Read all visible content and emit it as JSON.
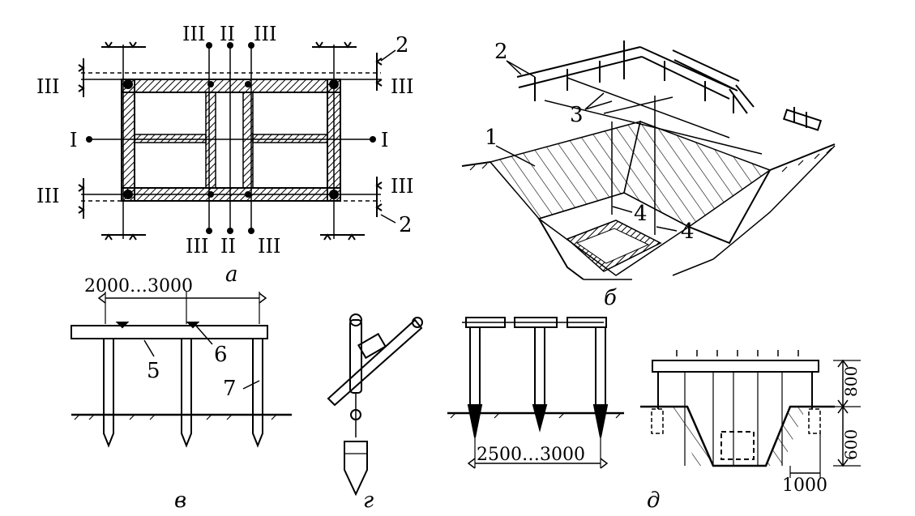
{
  "plan_a": {
    "caption": "а",
    "axis_I": "I",
    "axis_II": "II",
    "axis_III": "III",
    "num_2": "2"
  },
  "view_b": {
    "caption": "б",
    "num_1": "1",
    "num_2": "2",
    "num_3": "3",
    "num_4": "4"
  },
  "view_v": {
    "caption": "в",
    "dimension": "2000…3000",
    "num_5": "5",
    "num_6": "6",
    "num_7": "7"
  },
  "view_g": {
    "caption": "г"
  },
  "view_d": {
    "caption": "д",
    "dim_spacing": "2500…3000",
    "dim_800": "800",
    "dim_600": "600",
    "dim_1000": "1000"
  }
}
